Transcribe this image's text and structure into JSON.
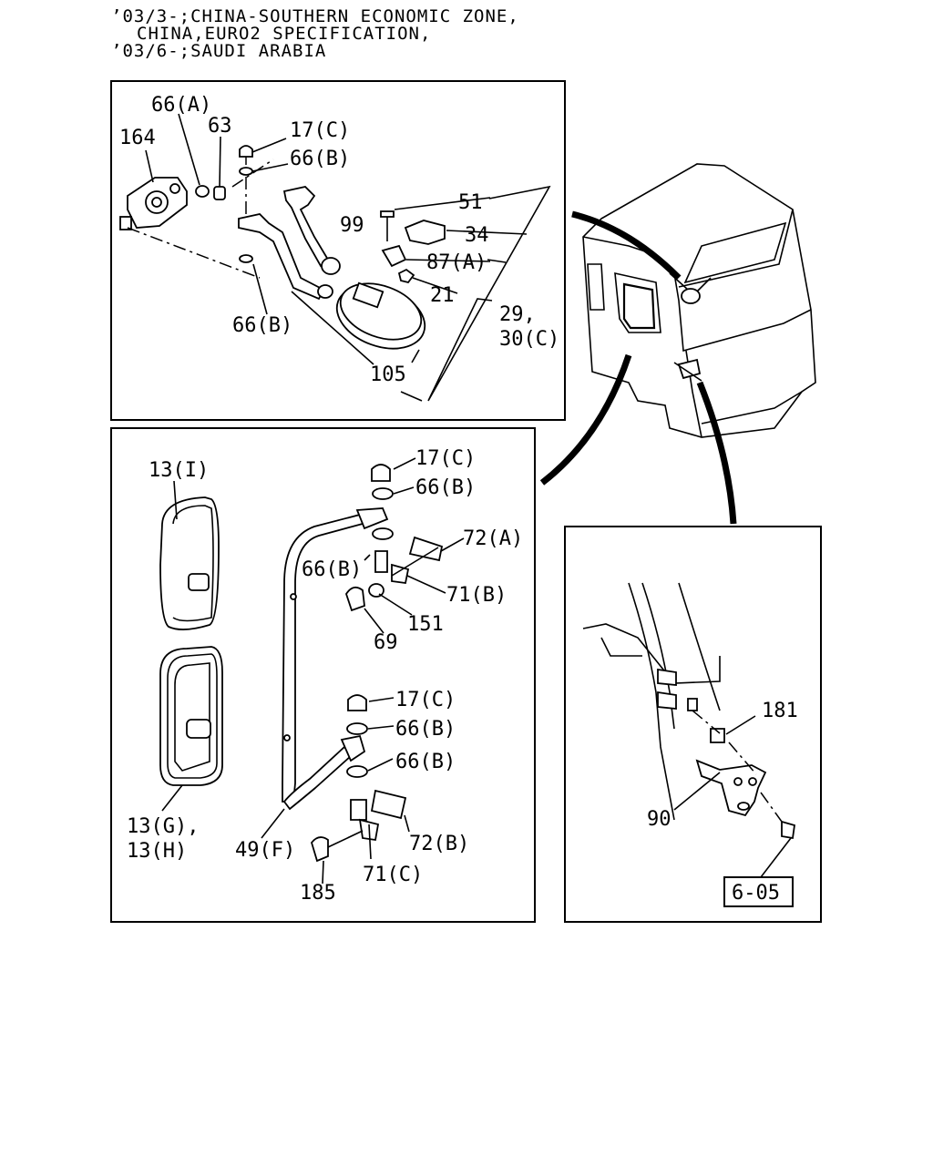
{
  "header": {
    "line1": "’03/3-;CHINA-SOUTHERN ECONOMIC ZONE,",
    "line2": "CHINA,EURO2 SPECIFICATION,",
    "line3": "’03/6-;SAUDI ARABIA"
  },
  "panel_top": {
    "labels": [
      "66(A)",
      "63",
      "164",
      "17(C)",
      "66(B)",
      "99",
      "51",
      "34",
      "87(A)",
      "21",
      "29,",
      "30(C)",
      "66(B)",
      "105"
    ]
  },
  "panel_left": {
    "labels": [
      "13(I)",
      "17(C)",
      "66(B)",
      "72(A)",
      "66(B)",
      "71(B)",
      "151",
      "69",
      "17(C)",
      "66(B)",
      "66(B)",
      "72(B)",
      "13(G),",
      "13(H)",
      "49(F)",
      "71(C)",
      "185"
    ]
  },
  "panel_right": {
    "labels": [
      "181",
      "90"
    ],
    "ref": "6-05"
  }
}
